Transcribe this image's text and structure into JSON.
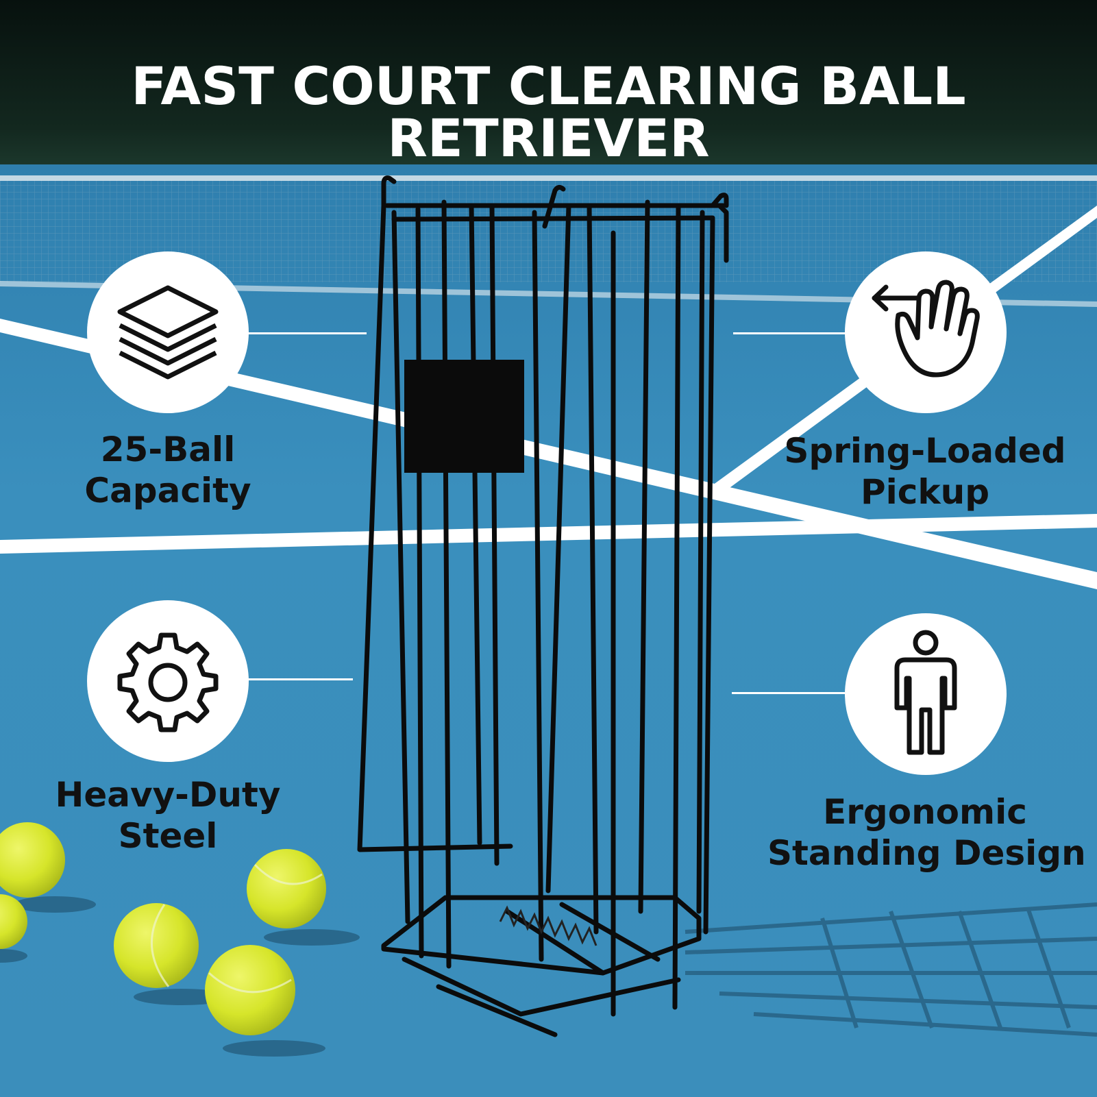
{
  "headline": "FAST COURT CLEARING BALL RETRIEVER",
  "colors": {
    "court": "#3a8fbd",
    "court_dark": "#2f79a6",
    "top_band": "#0f1f1a",
    "court_lines": "#ffffff",
    "wire": "#0b0b0b",
    "ball": "#d9ea2c",
    "icon_circle": "#ffffff",
    "label_text": "#111111"
  },
  "features": [
    {
      "icon": "stacked-layers-icon",
      "line1": "25-Ball",
      "line2": "Capacity"
    },
    {
      "icon": "gear-icon",
      "line1": "Heavy-Duty",
      "line2": "Steel"
    },
    {
      "icon": "hand-swipe-icon",
      "line1": "Spring-Loaded",
      "line2": "Pickup"
    },
    {
      "icon": "standing-person-icon",
      "line1": "Ergonomic",
      "line2": "Standing Design"
    }
  ]
}
